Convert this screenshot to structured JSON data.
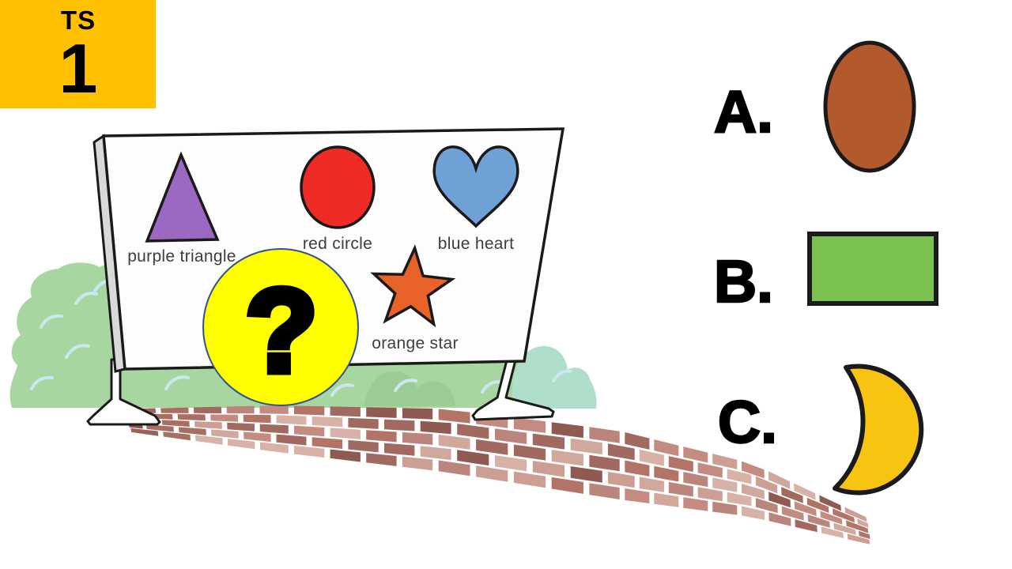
{
  "badge": {
    "line1": "TS",
    "line2": "1",
    "bg_color": "#FFC000",
    "text_color": "#000000"
  },
  "board": {
    "fill": "#FDFDFD",
    "edge_fill": "#D9D9D9",
    "outline_color": "#1A1A1A",
    "label_color": "#3E3E3E",
    "items": [
      {
        "label": "purple triangle",
        "shape": "triangle",
        "color": "#9B69C1"
      },
      {
        "label": "red circle",
        "shape": "circle",
        "color": "#EE2B24"
      },
      {
        "label": "blue heart",
        "shape": "heart",
        "color": "#6FA0D6"
      },
      {
        "label": "orange star",
        "shape": "star",
        "color": "#E8622A"
      }
    ]
  },
  "hidden_shape": {
    "mark": "?",
    "circle_fill": "#FFFF00",
    "circle_stroke": "#33518F",
    "mark_color": "#000000"
  },
  "options": [
    {
      "letter": "A.",
      "shape": "oval",
      "color": "#B25A2B"
    },
    {
      "letter": "B.",
      "shape": "rectangle",
      "color": "#79C151"
    },
    {
      "letter": "C.",
      "shape": "crescent",
      "color": "#F7C511"
    }
  ],
  "scene": {
    "bush_green": "#A8D6A1",
    "bush_green_dark": "#9CCC94",
    "bush_mint": "#AFDECB",
    "bush_highlight": "#CBE7F0",
    "grout_color": "#FFFFFF",
    "brick_palette": [
      "#CD9E94",
      "#BA857C",
      "#A06A61",
      "#D0A89C",
      "#B27467",
      "#C48B80",
      "#8F5A52",
      "#D8B2A6"
    ],
    "brick_shadow_palette": [
      "#9A625A",
      "#8A544D",
      "#A86E62"
    ]
  }
}
